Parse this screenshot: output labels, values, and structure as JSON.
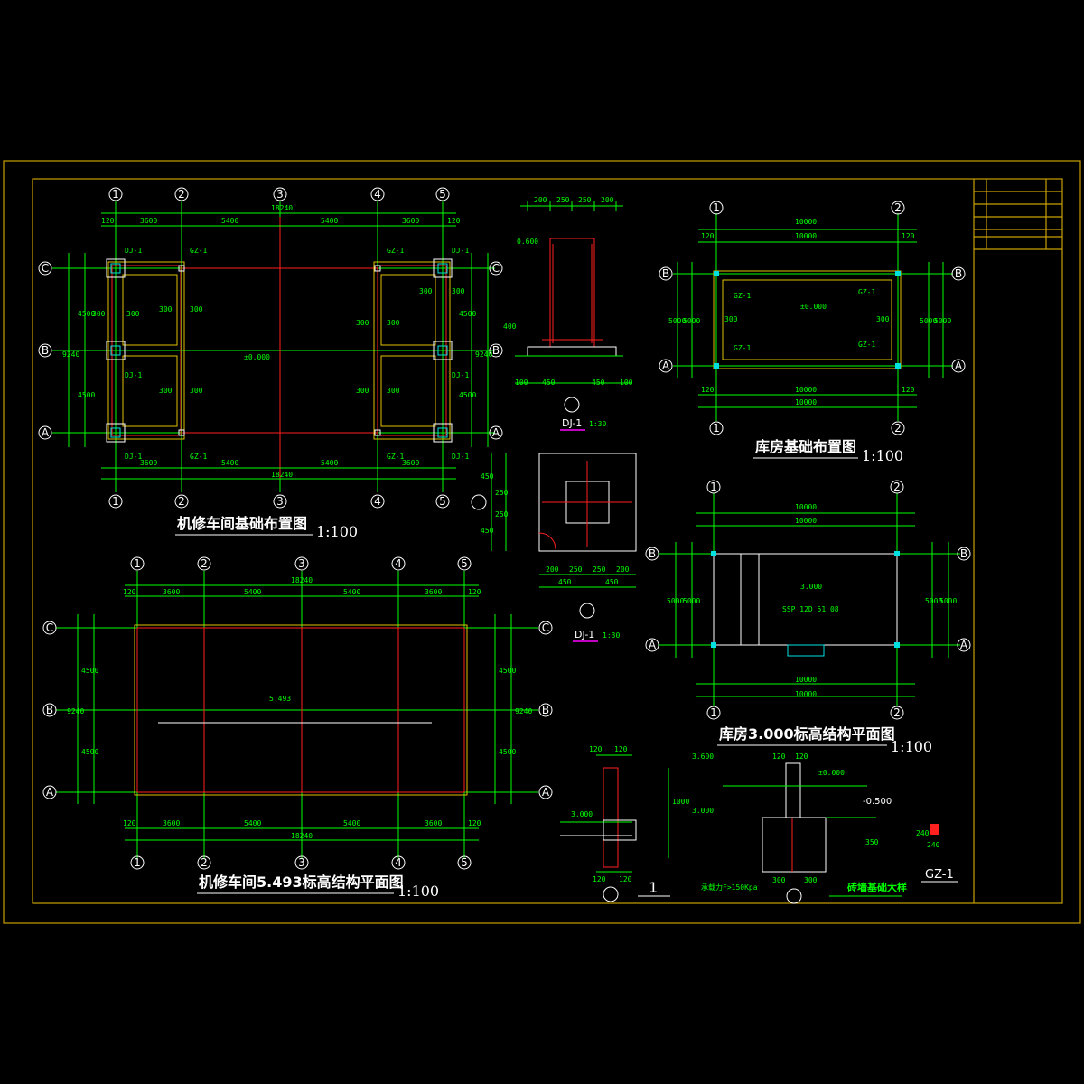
{
  "drawing": {
    "title_workshop_foundation": "机修车间基础布置图",
    "title_workshop_structure": "机修车间5.493标高结构平面图",
    "title_store_foundation": "库房基础布置图",
    "title_store_structure": "库房3.000标高结构平面图",
    "title_brick_detail": "砖墙基础大样",
    "scale": "1:100",
    "scale_small": "1:30"
  },
  "labels": {
    "dj1": "DJ-1",
    "gz1": "GZ-1",
    "section_1": "1",
    "elev_0": "±0.000",
    "elev_5493": "5.493",
    "elev_3000": "3.000",
    "elev_3600": "3.600",
    "elev_0600": "0.600",
    "elev_m0500": "-0.500",
    "slab_note": "SSP 12D 51 08",
    "dim_18240": "18240",
    "dim_10000": "10000",
    "dim_9240": "9240",
    "dim_5000": "5000",
    "dim_4500": "4500",
    "dim_5400": "5400",
    "dim_3600": "3600",
    "dim_120": "120",
    "dim_300": "300",
    "dim_450": "450",
    "dim_250": "250",
    "dim_200": "200",
    "dim_100": "100",
    "dim_240": "240",
    "dim_400": "400",
    "dim_350": "350",
    "dim_1000": "1000",
    "bearing_note": "承载力F>150Kpa"
  },
  "axes": {
    "workshop_x": [
      "1",
      "2",
      "3",
      "4",
      "5"
    ],
    "workshop_y": [
      "A",
      "B",
      "C"
    ],
    "store_x": [
      "1",
      "2"
    ],
    "store_y": [
      "A",
      "B"
    ]
  },
  "colors": {
    "background": "#000000",
    "frame": "#c8a000",
    "dimension": "#00ff00",
    "axis": "#ff2020",
    "beam": "#e0c000",
    "text": "#ffffff",
    "column": "#00e0e0"
  }
}
